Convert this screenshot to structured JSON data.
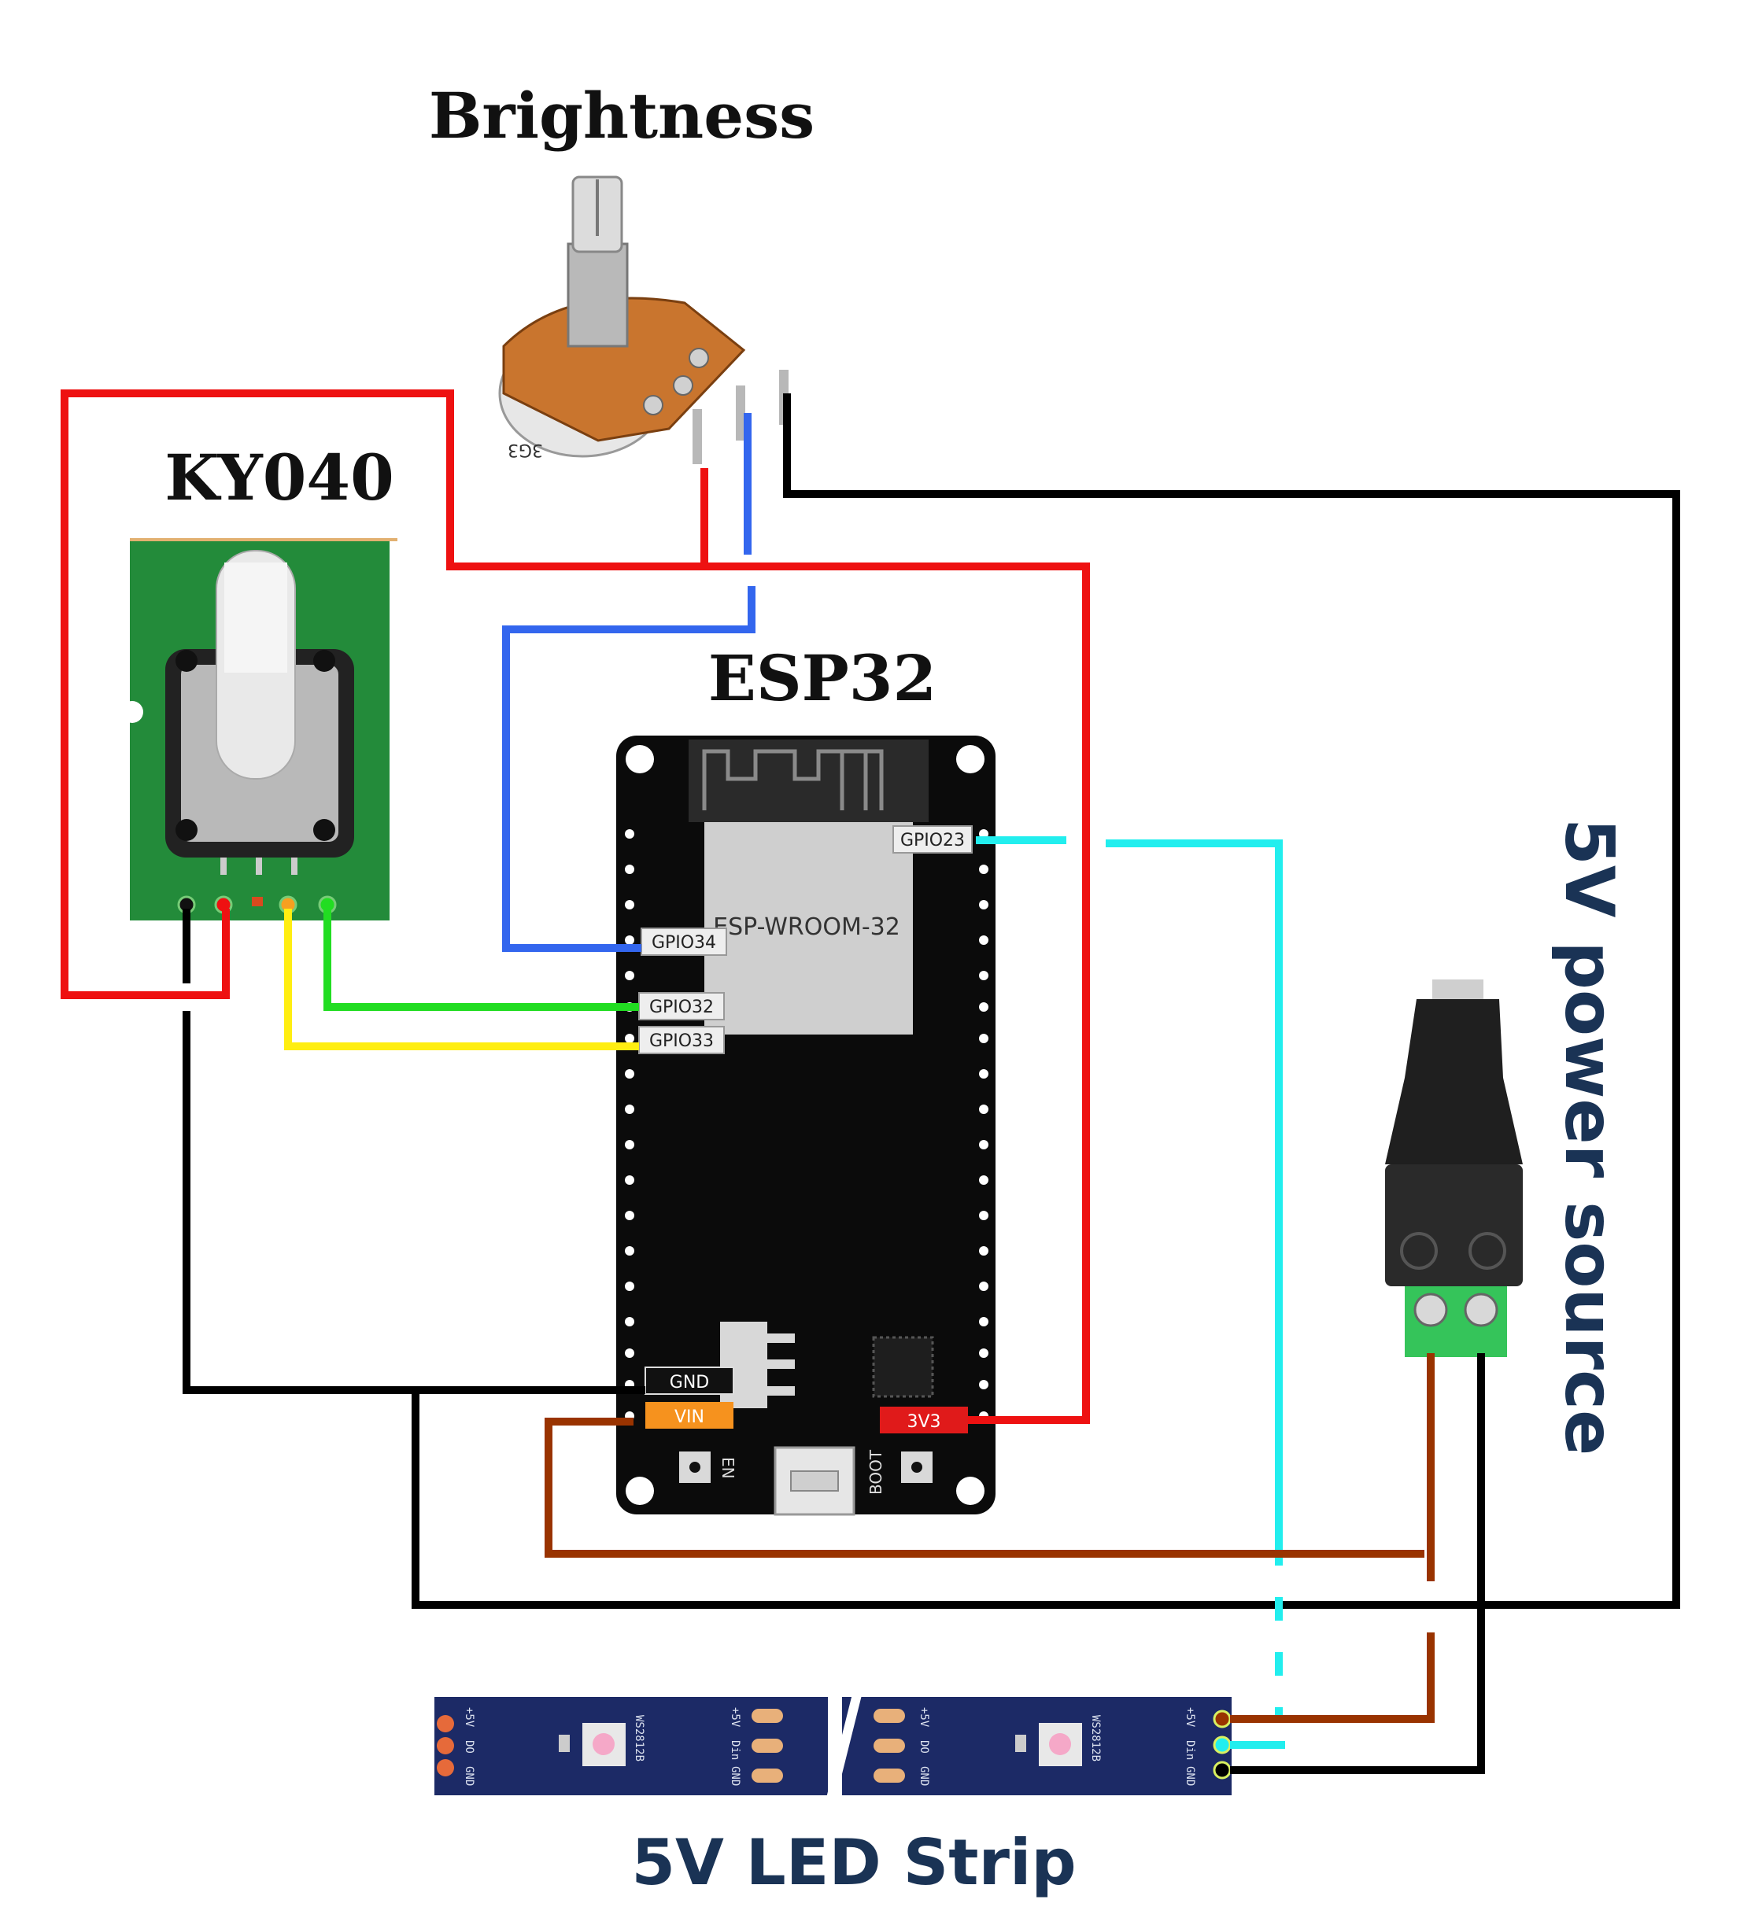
{
  "labels": {
    "brightness": "Brightness",
    "ky040": "KY040",
    "esp32": "ESP32",
    "power_source": "5V power source",
    "led_strip": "5V LED Strip"
  },
  "esp32": {
    "module": "ESP-WROOM-32",
    "pins": {
      "gpio23": "GPIO23",
      "gpio34": "GPIO34",
      "gpio32": "GPIO32",
      "gpio33": "GPIO33",
      "gnd": "GND",
      "vin": "VIN",
      "v3v3": "3V3"
    },
    "buttons": {
      "en": "EN",
      "boot": "BOOT"
    }
  },
  "potentiometer": {
    "marking": "3G3"
  },
  "led_strip": {
    "chip": "WS2812B",
    "pad_labels_left": [
      "+5V",
      "DO",
      "GND"
    ],
    "pad_labels_mid": [
      "+5V",
      "Din",
      "GND"
    ],
    "pad_labels_out": [
      "+5V",
      "DO",
      "GND"
    ],
    "pad_labels_in": [
      "+5V",
      "Din",
      "GND"
    ]
  },
  "colors": {
    "red_wire": "#ee1111",
    "blue_wire": "#3366ee",
    "black_wire": "#000000",
    "green_wire": "#22dd22",
    "yellow_wire": "#ffee11",
    "cyan_wire": "#22eeee",
    "brown_wire": "#993300",
    "board_black": "#0b0b0b",
    "pcb_green": "#238b3a",
    "strip_blue": "#1c2a66"
  }
}
